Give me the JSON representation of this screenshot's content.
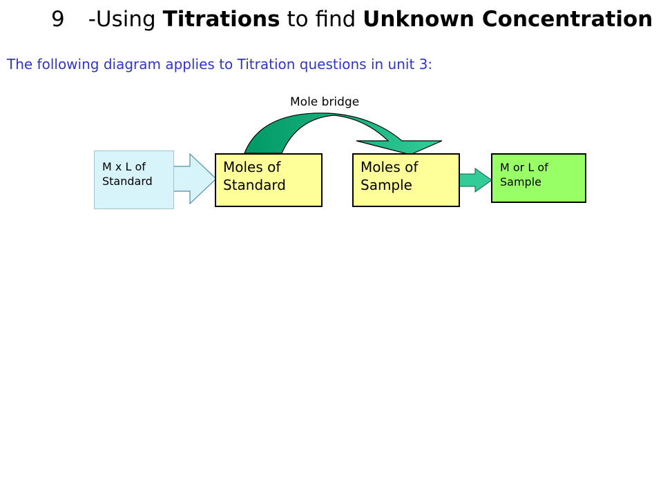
{
  "title": {
    "number": "9",
    "part1": "-Using ",
    "bold1": "Titrations",
    "part2": " to find ",
    "bold2": "Unknown Concentration"
  },
  "subtitle": "The following diagram applies to Titration questions in unit 3:",
  "diagram": {
    "bridge_label": "Mole bridge",
    "nodes": {
      "standard_ml": {
        "line1": "M x L of",
        "line2": "Standard"
      },
      "moles_standard": {
        "line1": "Moles of",
        "line2": "Standard"
      },
      "moles_sample": {
        "line1": "Moles of",
        "line2": "Sample"
      },
      "sample_ml": {
        "line1": "M or L of",
        "line2": "Sample"
      }
    },
    "colors": {
      "input_box": "#d7f4fb",
      "moles_box": "#ffff99",
      "output_box": "#99ff66",
      "bridge_arrow_dark": "#009966",
      "bridge_arrow_light": "#33cc99",
      "subtitle": "#2f35c8"
    }
  }
}
